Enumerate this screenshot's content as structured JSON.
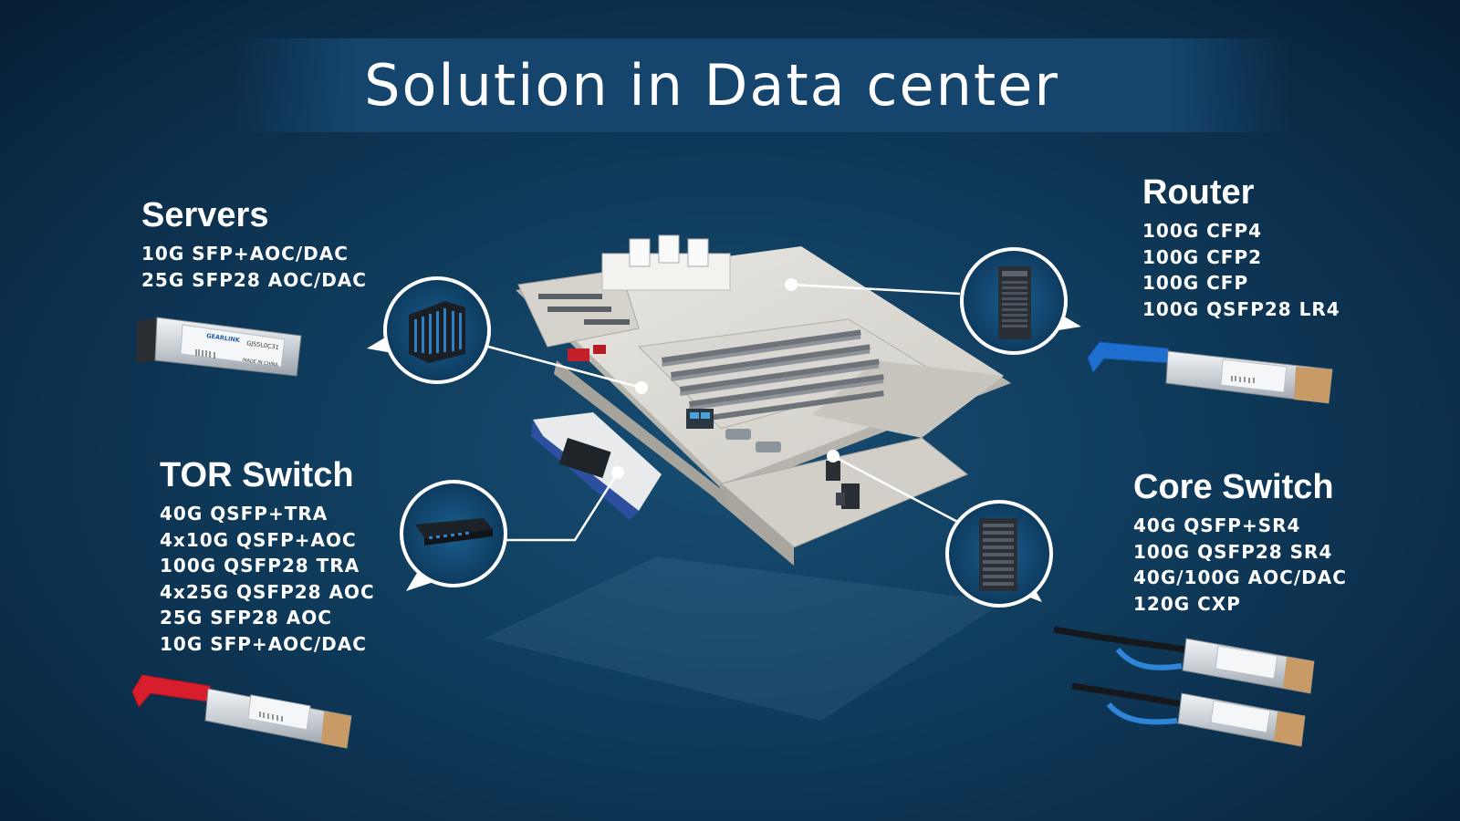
{
  "title": "Solution in Data center",
  "colors": {
    "background": "#0f3a5a",
    "banner": "#15456d",
    "text": "#ffffff",
    "router_tab": "#1e6fd0",
    "tor_tab": "#d81e2c",
    "core_tab": "#2f86d8"
  },
  "sections": {
    "servers": {
      "title": "Servers",
      "items": [
        "10G SFP+AOC/DAC",
        "25G SFP28 AOC/DAC"
      ]
    },
    "tor_switch": {
      "title": "TOR Switch",
      "items": [
        "40G QSFP+TRA",
        "4x10G QSFP+AOC",
        "100G QSFP28 TRA",
        "4x25G QSFP28 AOC",
        "25G SFP28 AOC",
        "10G SFP+AOC/DAC"
      ]
    },
    "router": {
      "title": "Router",
      "items": [
        "100G CFP4",
        "100G CFP2",
        "100G CFP",
        "100G QSFP28 LR4"
      ]
    },
    "core_switch": {
      "title": "Core Switch",
      "items": [
        "40G QSFP+SR4",
        "100G QSFP28 SR4",
        "40G/100G AOC/DAC",
        "120G CXP"
      ]
    }
  },
  "product_labels": {
    "brand": "GEARLINK",
    "servers_module": "GJS5L0C31",
    "servers_origin": "MADE IN CHINA"
  },
  "icons": [
    "server-rack-icon",
    "router-icon",
    "tor-switch-icon",
    "core-switch-icon"
  ]
}
